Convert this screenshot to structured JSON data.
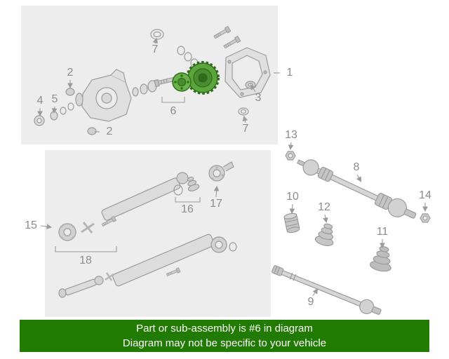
{
  "banner": {
    "line1": "Part or sub-assembly is #6 in diagram",
    "line2": "Diagram may not be specific to your vehicle",
    "bg_color": "#217a02",
    "text_color": "#ffffff"
  },
  "highlighted_part": "6",
  "colors": {
    "box_bg": "#ededed",
    "line_art": "#9b9b9b",
    "callout_text": "#8c8c8c",
    "highlight_fill": "#5aa63c",
    "highlight_stroke": "#2e6b1a"
  },
  "callouts": {
    "c1": "1",
    "c2_top": "2",
    "c2_bottom": "2",
    "c3": "3",
    "c4": "4",
    "c5": "5",
    "c6": "6",
    "c7_top": "7",
    "c7_bottom": "7",
    "c8": "8",
    "c9": "9",
    "c10": "10",
    "c11": "11",
    "c12": "12",
    "c13": "13",
    "c14": "14",
    "c15": "15",
    "c16": "16",
    "c17": "17",
    "c18": "18"
  }
}
